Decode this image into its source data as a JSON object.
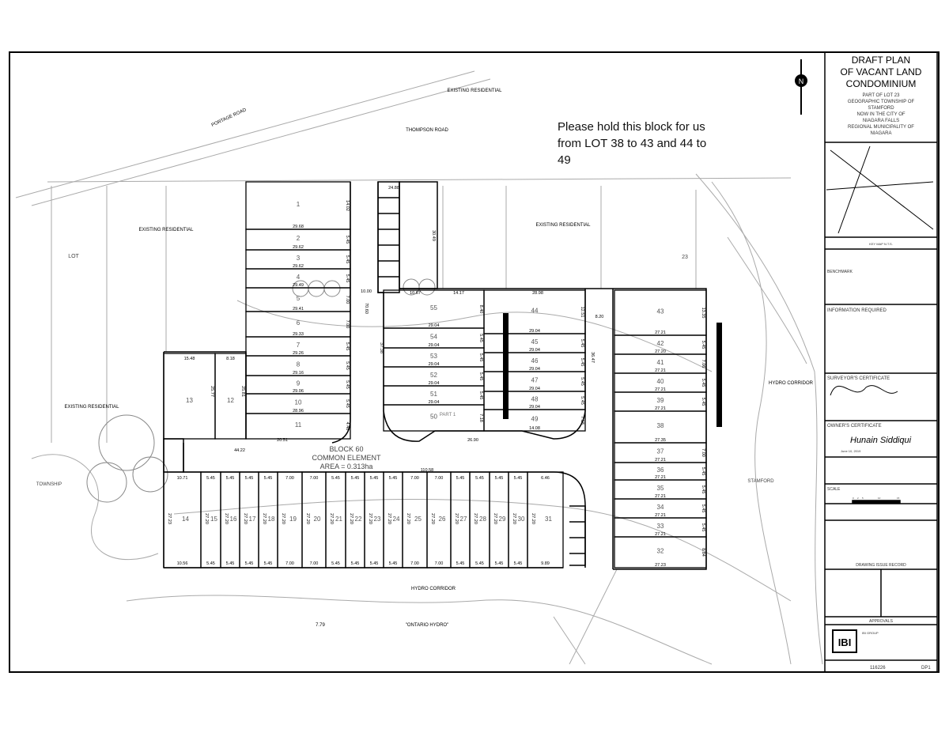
{
  "title_block": {
    "title": [
      "DRAFT PLAN",
      "OF VACANT LAND",
      "CONDOMINIUM"
    ],
    "subtitle": [
      "PART OF LOT 23",
      "GEOGRAPHIC TOWNSHIP OF",
      "STAMFORD",
      "NOW IN THE CITY OF",
      "NIAGARA FALLS",
      "REGIONAL MUNICIPALITY OF",
      "NIAGARA"
    ],
    "key_map": "KEY MAP  N.T.S.",
    "benchmark": "BENCHMARK",
    "information_required": "INFORMATION REQUIRED",
    "surveyors_certificate": "SURVEYOR'S CERTIFICATE",
    "owners_certificate": "OWNER'S CERTIFICATE",
    "owner_signature": "Hunain Siddiqui",
    "owner_date": "June 10, 2019",
    "scale": "SCALE",
    "scale_ticks": [
      "0",
      "2",
      "5",
      "10",
      "15"
    ],
    "drawing_issue_record": "DRAWING ISSUE RECORD",
    "approvals": "APPROVALS",
    "company": "IBI GROUP",
    "company_logo": "IBI",
    "project_number": "116226",
    "sheet": "DP1"
  },
  "annotation": {
    "text": "Please hold this block for us from LOT 38 to 43 and 44 to 49",
    "color": "#000000"
  },
  "labels": {
    "existing_residential": "EXISTING RESIDENTIAL",
    "thompson_road": "THOMPSON ROAD",
    "portage_road": "PORTAGE ROAD",
    "hydro_corridor": "HYDRO CORRIDOR",
    "ontario_hydro": "\"ONTARIO HYDRO\"",
    "lot": "LOT",
    "township": "TOWNSHIP",
    "stamford": "STAMFORD",
    "part_1": "PART 1",
    "lot_23": "23",
    "dim_779": "7.79",
    "block_60": [
      "BLOCK 60",
      "COMMON ELEMENT",
      "AREA = 0.313ha"
    ],
    "road_dims": {
      "a": "10.00",
      "b": "70.60",
      "c": "37.38",
      "d": "36.47",
      "e": "8.20",
      "f": "110.58",
      "g": "44.22",
      "h": "20.51",
      "i": "26.90",
      "j": "10.67",
      "k": "14.17",
      "l": "28.98",
      "m": "24.88",
      "n": "30.49"
    }
  },
  "lots_left": [
    {
      "n": "1",
      "w": "29.68",
      "d": "14.02"
    },
    {
      "n": "2",
      "w": "29.62",
      "d": "5.45"
    },
    {
      "n": "3",
      "w": "29.62",
      "d": "5.45"
    },
    {
      "n": "4",
      "w": "29.49",
      "d": "5.45"
    },
    {
      "n": "5",
      "w": "29.41",
      "d": "7.00"
    },
    {
      "n": "6",
      "w": "29.33",
      "d": "7.00"
    },
    {
      "n": "7",
      "w": "29.26",
      "d": "5.45"
    },
    {
      "n": "8",
      "w": "29.16",
      "d": "5.45"
    },
    {
      "n": "9",
      "w": "29.06",
      "d": "5.45"
    },
    {
      "n": "10",
      "w": "28.96",
      "d": "5.45"
    },
    {
      "n": "11",
      "w": "",
      "d": "4.48"
    }
  ],
  "lots_mid_a": [
    {
      "n": "55",
      "w": "29.04",
      "d": "8.40"
    },
    {
      "n": "54",
      "w": "29.04",
      "d": "5.45"
    },
    {
      "n": "53",
      "w": "29.04",
      "d": "5.45"
    },
    {
      "n": "52",
      "w": "29.04",
      "d": "5.45"
    },
    {
      "n": "51",
      "w": "29.04",
      "d": "5.45"
    },
    {
      "n": "50",
      "w": "",
      "d": "7.18"
    }
  ],
  "lots_mid_b": [
    {
      "n": "44",
      "w": "29.04",
      "d": "12.51"
    },
    {
      "n": "45",
      "w": "29.04",
      "d": "5.45"
    },
    {
      "n": "46",
      "w": "29.04",
      "d": "5.45"
    },
    {
      "n": "47",
      "w": "29.04",
      "d": "5.45"
    },
    {
      "n": "48",
      "w": "29.04",
      "d": "5.45"
    },
    {
      "n": "49",
      "w": "14.08",
      "d": "7.18"
    }
  ],
  "lots_right": [
    {
      "n": "43",
      "w": "27.21",
      "d": "13.35"
    },
    {
      "n": "42",
      "w": "27.20",
      "d": "5.45"
    },
    {
      "n": "41",
      "w": "27.21",
      "d": "7.06"
    },
    {
      "n": "40",
      "w": "27.21",
      "d": "5.45"
    },
    {
      "n": "39",
      "w": "27.21",
      "d": "5.45"
    },
    {
      "n": "38",
      "w": "27.35",
      "d": ""
    },
    {
      "n": "37",
      "w": "27.21",
      "d": "7.00"
    },
    {
      "n": "36",
      "w": "27.21",
      "d": "5.45"
    },
    {
      "n": "35",
      "w": "27.21",
      "d": "5.45"
    },
    {
      "n": "34",
      "w": "27.21",
      "d": "5.45"
    },
    {
      "n": "33",
      "w": "27.21",
      "d": "5.45"
    },
    {
      "n": "32",
      "w": "27.23",
      "d": "8.84"
    }
  ],
  "lots_bottom": [
    {
      "n": "14",
      "top": "10.71",
      "bot": "10.56",
      "d": "27.23"
    },
    {
      "n": "15",
      "top": "5.45",
      "bot": "5.45",
      "d": "27.20"
    },
    {
      "n": "16",
      "top": "5.45",
      "bot": "5.45",
      "d": "27.20"
    },
    {
      "n": "17",
      "top": "5.45",
      "bot": "5.45",
      "d": "27.20"
    },
    {
      "n": "18",
      "top": "5.45",
      "bot": "5.45",
      "d": "27.20"
    },
    {
      "n": "19",
      "top": "7.00",
      "bot": "7.00",
      "d": "27.20"
    },
    {
      "n": "20",
      "top": "7.00",
      "bot": "7.00",
      "d": "27.20"
    },
    {
      "n": "21",
      "top": "5.45",
      "bot": "5.45",
      "d": "27.20"
    },
    {
      "n": "22",
      "top": "5.45",
      "bot": "5.45",
      "d": "27.20"
    },
    {
      "n": "23",
      "top": "5.45",
      "bot": "5.45",
      "d": "27.20"
    },
    {
      "n": "24",
      "top": "5.45",
      "bot": "5.45",
      "d": "27.20"
    },
    {
      "n": "25",
      "top": "7.00",
      "bot": "7.00",
      "d": "27.20"
    },
    {
      "n": "26",
      "top": "7.00",
      "bot": "7.00",
      "d": "27.20"
    },
    {
      "n": "27",
      "top": "5.45",
      "bot": "5.45",
      "d": "27.20"
    },
    {
      "n": "28",
      "top": "5.45",
      "bot": "5.45",
      "d": "27.20"
    },
    {
      "n": "29",
      "top": "5.45",
      "bot": "5.45",
      "d": "27.20"
    },
    {
      "n": "30",
      "top": "5.45",
      "bot": "5.45",
      "d": "27.20"
    },
    {
      "n": "31",
      "top": "6.46",
      "bot": "9.89",
      "d": "27.20"
    }
  ],
  "lots_west": [
    {
      "n": "13",
      "w": "15.48",
      "d": "25.77"
    },
    {
      "n": "12",
      "w": "8.18",
      "d": "25.81"
    }
  ]
}
